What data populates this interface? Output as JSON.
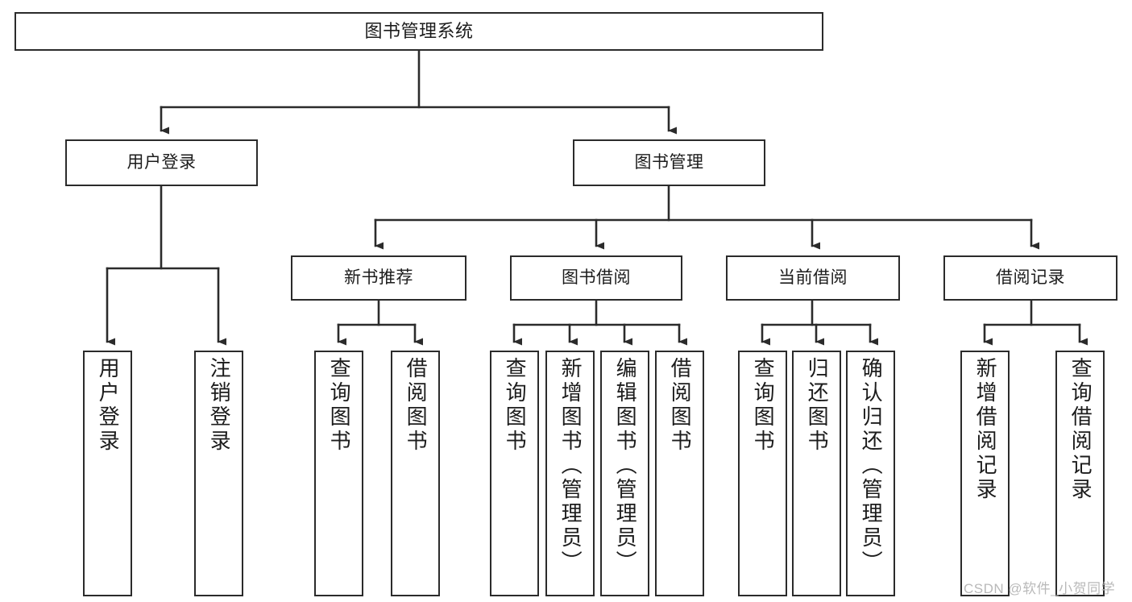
{
  "diagram": {
    "title": "图书管理系统",
    "type": "功能结构图",
    "watermark": "CSDN @软件_小贺同学",
    "colors": {
      "background": "#ffffff",
      "box_border": "#2b2b2b",
      "box_fill": "#ffffff",
      "text": "#1c1c1c",
      "connector": "#2b2b2b",
      "watermark": "#b9b9b9"
    }
  },
  "nodes": {
    "root": {
      "label": "图书管理系统"
    },
    "level1": [
      {
        "label": "用户登录"
      },
      {
        "label": "图书管理"
      }
    ],
    "level2": [
      {
        "label": "新书推荐"
      },
      {
        "label": "图书借阅"
      },
      {
        "label": "当前借阅"
      },
      {
        "label": "借阅记录"
      }
    ],
    "leaves": {
      "user_login": [
        {
          "label": "用户登录"
        },
        {
          "label": "注销登录"
        }
      ],
      "new_book_recommend": [
        {
          "label": "查询图书"
        },
        {
          "label": "借阅图书"
        }
      ],
      "book_borrow": [
        {
          "label": "查询图书"
        },
        {
          "label": "新增图书（管理员）"
        },
        {
          "label": "编辑图书（管理员）"
        },
        {
          "label": "借阅图书"
        }
      ],
      "current_borrow": [
        {
          "label": "查询图书"
        },
        {
          "label": "归还图书"
        },
        {
          "label": "确认归还（管理员）"
        }
      ],
      "borrow_record": [
        {
          "label": "新增借阅记录"
        },
        {
          "label": "查询借阅记录"
        }
      ]
    }
  }
}
